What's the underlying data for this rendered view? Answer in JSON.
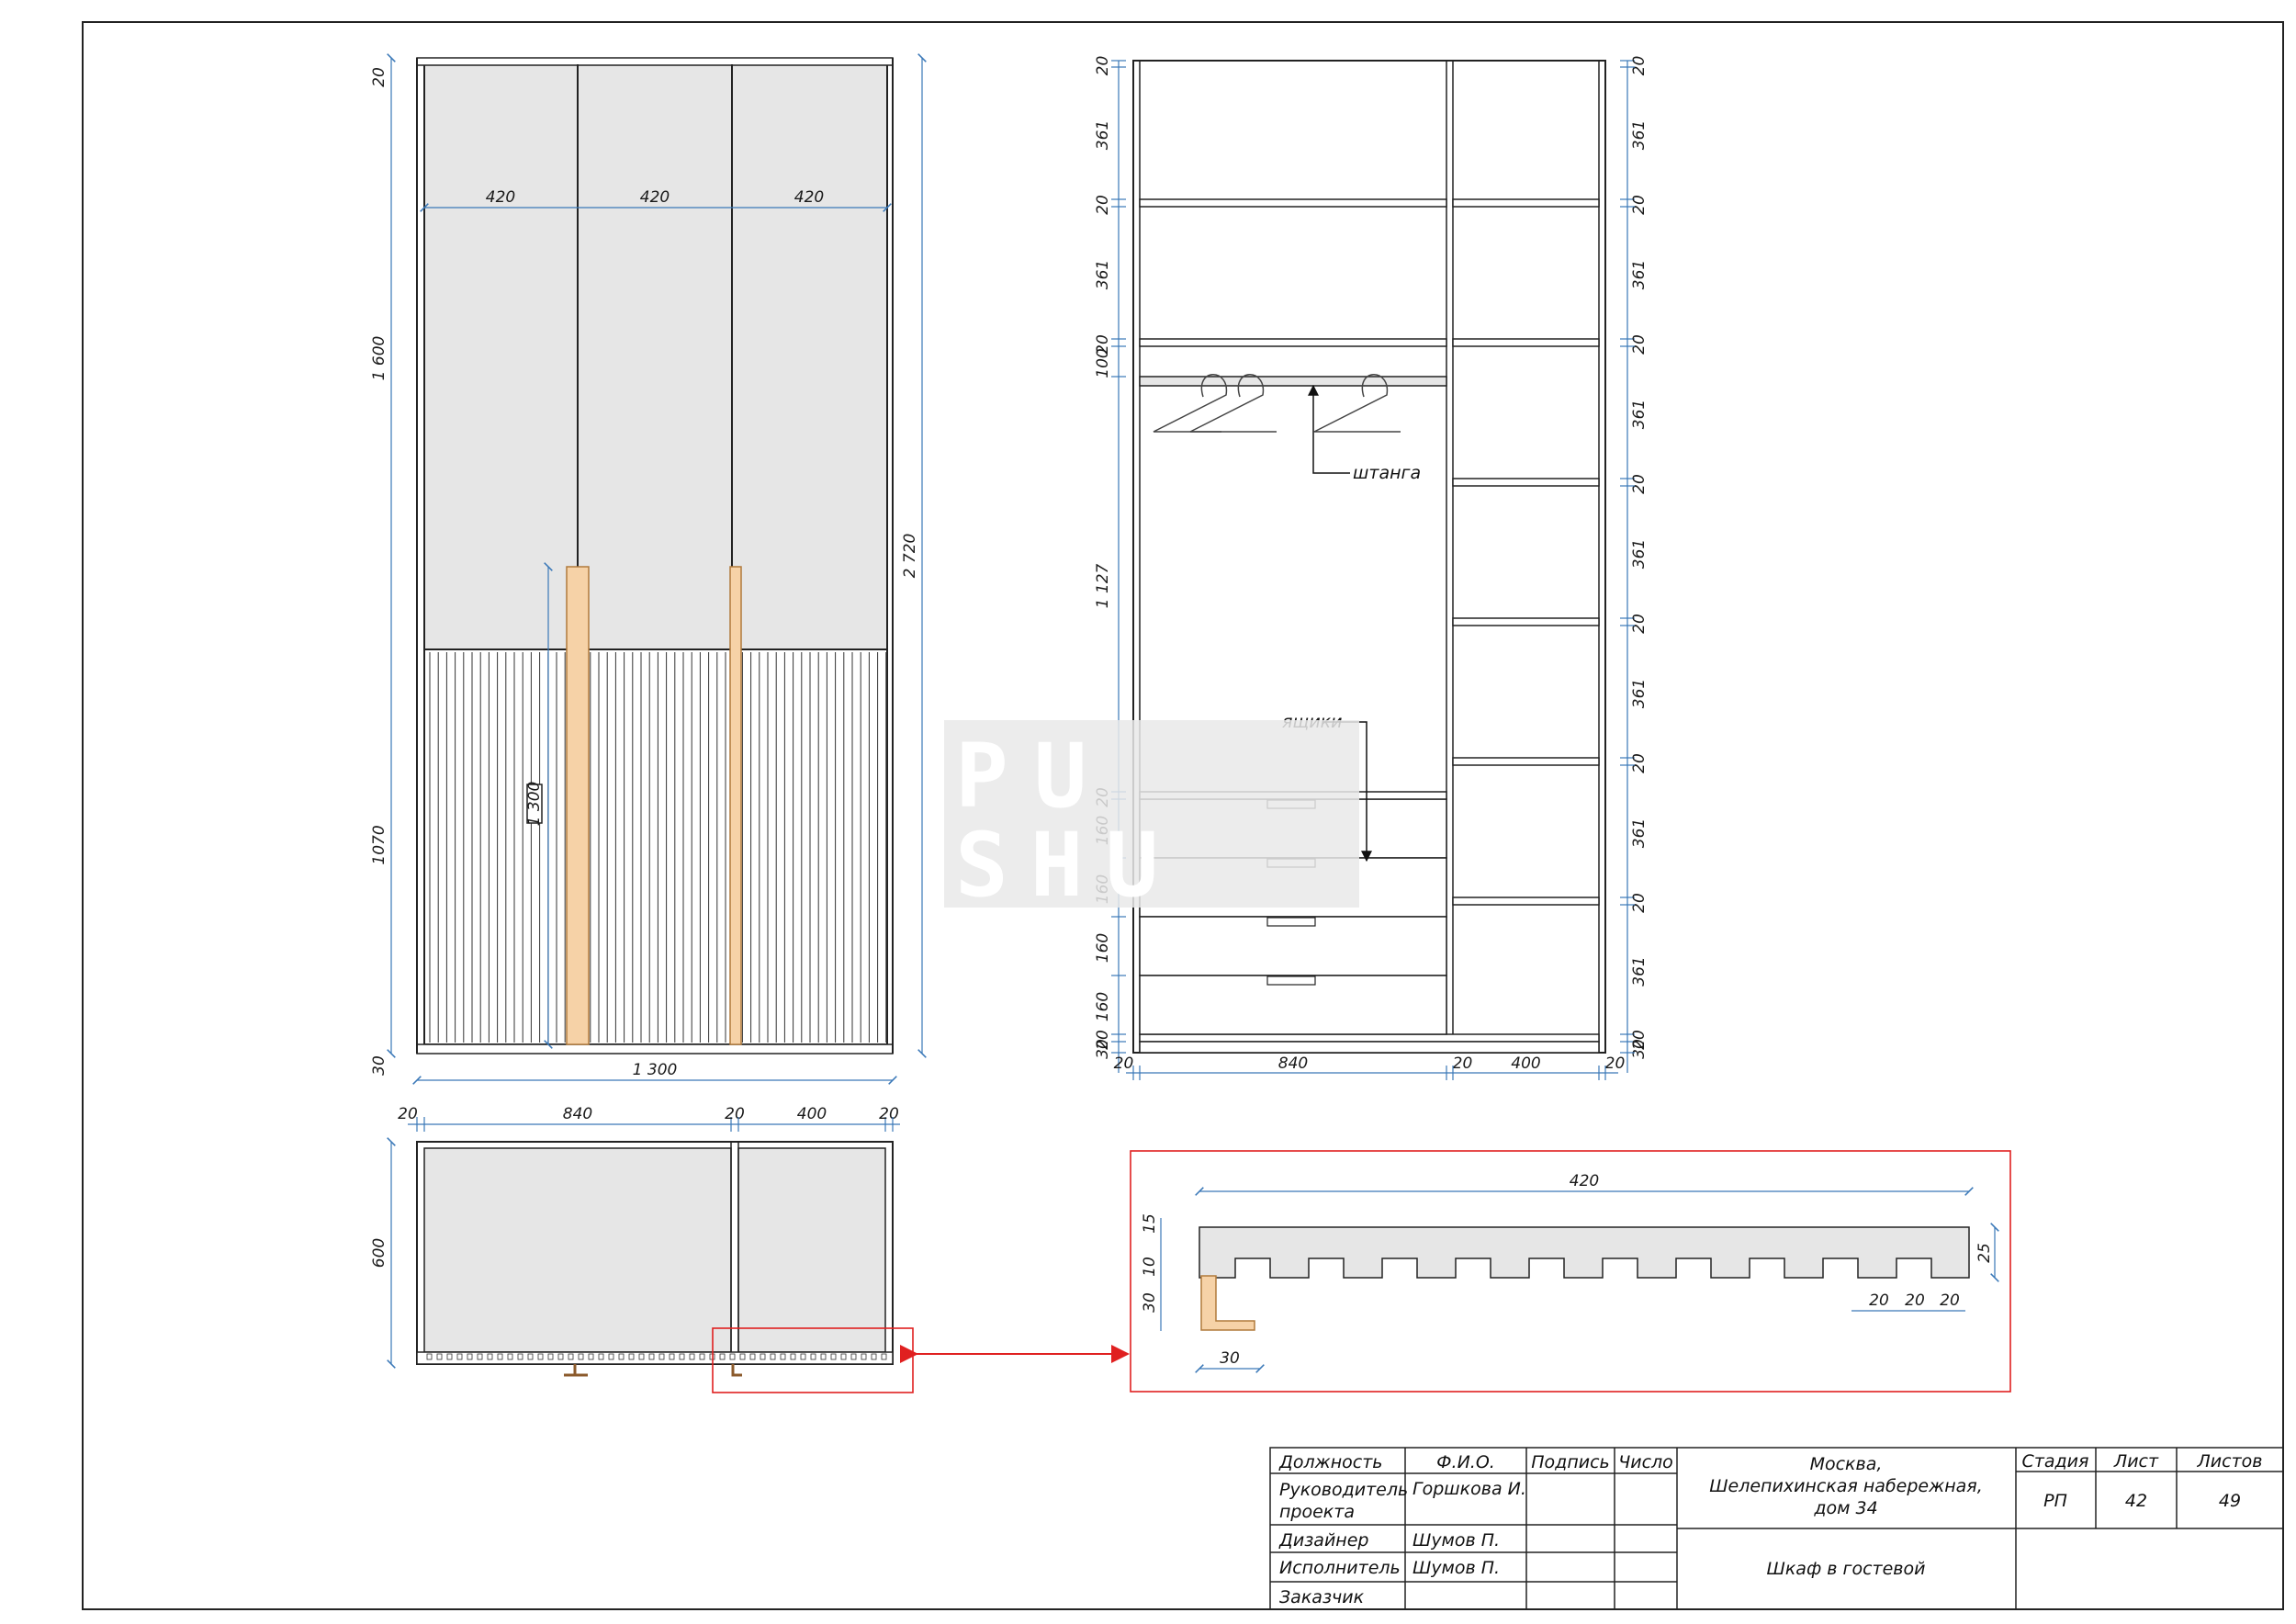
{
  "colors": {
    "dimension_line": "#3a78b8",
    "panel_fill": "#e6e6e6",
    "handle_fill": "#f6d2a7",
    "handle_stroke": "#b07a3c",
    "highlight": "#e02020",
    "outline": "#222222"
  },
  "front_view": {
    "door_widths": [
      "420",
      "420",
      "420"
    ],
    "height_top": "20",
    "height_upper": "1 600",
    "height_lower": "1070",
    "height_plinth": "30",
    "total_height": "2 720",
    "total_width": "1 300",
    "handle_height": "1 300"
  },
  "section_view": {
    "left_dims": [
      "20",
      "361",
      "20",
      "361",
      "20",
      "100",
      "1 127",
      "20",
      "160",
      "160",
      "160",
      "160",
      "20",
      "30"
    ],
    "right_dims": [
      "20",
      "361",
      "20",
      "361",
      "20",
      "361",
      "20",
      "361",
      "20",
      "361",
      "20",
      "361",
      "20",
      "361",
      "20",
      "30"
    ],
    "bottom_dims": [
      "20",
      "840",
      "20",
      "400",
      "20"
    ],
    "label_rod": "штанга",
    "label_drawers": "ящики"
  },
  "plan_view": {
    "top_dims": [
      "20",
      "840",
      "20",
      "400",
      "20"
    ],
    "depth": "600"
  },
  "detail": {
    "width": "420",
    "thickness_15": "15",
    "thickness_10": "10",
    "thickness_30": "30",
    "total_25": "25",
    "slot_dims": [
      "20",
      "20",
      "20"
    ],
    "handle_30": "30"
  },
  "watermark": {
    "line1": "PU",
    "line2": "SHU"
  },
  "title_block": {
    "headers": {
      "role": "Должность",
      "name": "Ф.И.О.",
      "signature": "Подпись",
      "date": "Число",
      "stage": "Стадия",
      "sheet": "Лист",
      "sheets": "Листов"
    },
    "rows": [
      {
        "role_line1": "Руководитель",
        "role_line2": "проекта",
        "name": "Горшкова И."
      },
      {
        "role_line1": "Дизайнер",
        "role_line2": "",
        "name": "Шумов П."
      },
      {
        "role_line1": "Исполнитель",
        "role_line2": "",
        "name": "Шумов П."
      },
      {
        "role_line1": "Заказчик",
        "role_line2": "",
        "name": ""
      }
    ],
    "address_line1": "Москва,",
    "address_line2": "Шелепихинская набережная,",
    "address_line3": "дом 34",
    "drawing_title": "Шкаф в гостевой",
    "stage": "РП",
    "sheet": "42",
    "sheets": "49"
  }
}
